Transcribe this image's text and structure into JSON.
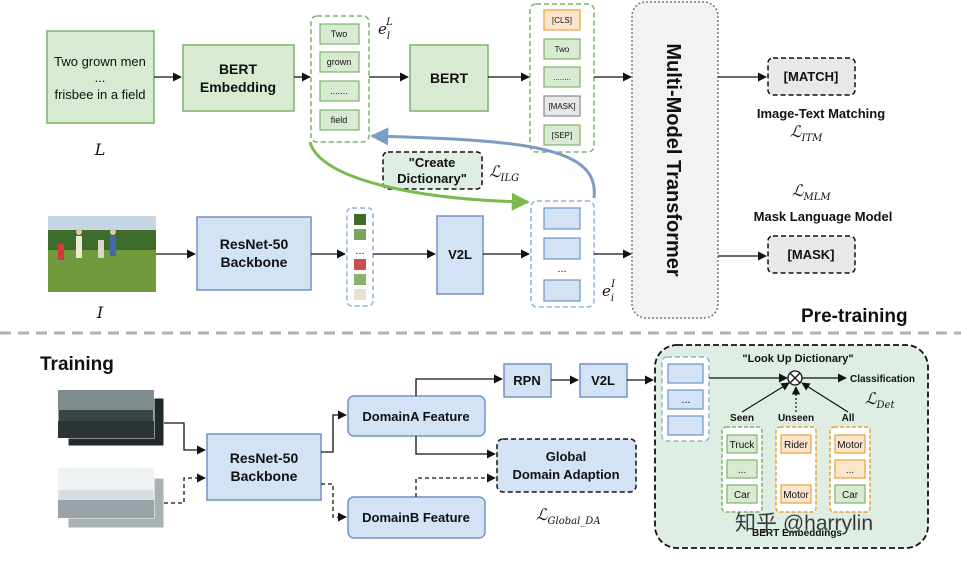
{
  "pretrain": {
    "text_input": [
      "Two grown men",
      "...",
      "frisbee in a field"
    ],
    "text_symbol": "L",
    "bert_embedding": [
      "BERT",
      "Embedding"
    ],
    "token_column": [
      "Two",
      "grown",
      ".......",
      "field"
    ],
    "e_l": {
      "base": "e",
      "sub": "l",
      "sup": "L"
    },
    "bert": "BERT",
    "bert_output": [
      "[CLS]",
      "Two",
      "........",
      "[MASK]",
      "[SEP]"
    ],
    "transformer": "Multi-Model Transformer",
    "match_token": "[MATCH]",
    "itm_label": "Image-Text Matching",
    "itm_loss": {
      "base": "ℒ",
      "sub": "ITM"
    },
    "mlm_loss": {
      "base": "ℒ",
      "sub": "MLM"
    },
    "mlm_label": "Mask Language Model",
    "mask_token": "[MASK]",
    "create_dictionary": [
      "\"Create",
      "Dictionary\""
    ],
    "ilg_loss": {
      "base": "ℒ",
      "sub": "ILG"
    },
    "resnet": [
      "ResNet-50",
      "Backbone"
    ],
    "region_dots": "...",
    "v2l": "V2L",
    "visual_dots": "...",
    "e_i": {
      "base": "e",
      "sub": "i",
      "sup": "I"
    },
    "image_symbol": "I",
    "section_label": "Pre-training"
  },
  "training": {
    "section_label": "Training",
    "resnet": [
      "ResNet-50",
      "Backbone"
    ],
    "domain_a": "DomainA Feature",
    "domain_b": "DomainB Feature",
    "rpn": "RPN",
    "v2l": "V2L",
    "global_da": [
      "Global",
      "Domain Adaption"
    ],
    "global_da_loss": {
      "base": "ℒ",
      "sub": "Global_DA"
    },
    "lookup_title": "\"Look Up Dictionary\"",
    "lookup_dots": "...",
    "classification": "Classification",
    "det_loss": {
      "base": "ℒ",
      "sub": "Det"
    },
    "seen": {
      "label": "Seen",
      "items": [
        "Truck",
        "...",
        "Car"
      ]
    },
    "unseen": {
      "label": "Unseen",
      "items": [
        "Rider",
        "Motor"
      ]
    },
    "all": {
      "label": "All",
      "items": [
        "Motor",
        "...",
        "Car"
      ]
    },
    "bert_embeddings": "BERT Embeddings",
    "watermark": "知乎 @harrylin"
  },
  "colors": {
    "green_fill": "#d9ead3",
    "green_stroke": "#7cb36a",
    "blue_fill": "#d3e2f4",
    "blue_stroke": "#6f93c4",
    "lookup_fill": "#deeee3",
    "transformer_fill": "#f2f2f2",
    "mask_token_fill": "#e8e8e8",
    "cls_fill": "#fce5cd",
    "cls_stroke": "#e6a23c",
    "arrow_green": "#7cba4f",
    "arrow_blue": "#7b9cc4"
  }
}
